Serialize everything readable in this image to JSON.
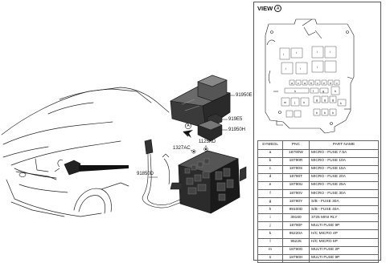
{
  "view": {
    "title": "VIEW",
    "marker": "A"
  },
  "callouts": {
    "p91950E": "91950E",
    "p919E5": "919E5",
    "p91950H": "91950H",
    "p1125KD": "1125KD",
    "p1327AC": "1327AC",
    "p91850D": "91850D",
    "markerA": "A"
  },
  "table": {
    "headers": [
      "SYMBOL",
      "PNC",
      "PART NAME"
    ],
    "rows": [
      [
        "a",
        "18790W",
        "MICRO - FUSE 7.5A"
      ],
      [
        "b",
        "18790R",
        "MICRO - FUSE 10A"
      ],
      [
        "c",
        "18790S",
        "MICRO - FUSE 15A"
      ],
      [
        "d",
        "18790T",
        "MICRO - FUSE 20A"
      ],
      [
        "e",
        "18790U",
        "MICRO - FUSE 25A"
      ],
      [
        "f",
        "18790V",
        "MICRO - FUSE 30A"
      ],
      [
        "g",
        "18790Y",
        "S/B - FUSE 30A"
      ],
      [
        "h",
        "99100D",
        "S/B - FUSE 40A"
      ],
      [
        "i",
        "39160",
        "3725 MINI RLY"
      ],
      [
        "j",
        "18790F",
        "MULTI FUSE 9P"
      ],
      [
        "k",
        "95220A",
        "H/C MICRO 4P"
      ],
      [
        "l",
        "95225",
        "H/C MICRO 5P"
      ],
      [
        "m",
        "18790G",
        "MULTI FUSE 2P"
      ],
      [
        "n",
        "18790H",
        "MULTI FUSE 9P"
      ]
    ]
  },
  "fuse_labels": {
    "row1": [
      "i",
      "i",
      "i",
      "i"
    ],
    "row2": [
      "l",
      "i"
    ],
    "row3": [
      "l"
    ],
    "mid": [
      "a",
      "c",
      "a",
      "b",
      "c",
      "e",
      "d",
      "c"
    ],
    "strip": [
      "h",
      "f",
      "g",
      "b",
      "k"
    ],
    "lower1": [
      "m",
      "j",
      "n"
    ],
    "lower2": [
      "g",
      "g",
      "g"
    ],
    "bottom": [
      "b",
      "b",
      "b"
    ]
  }
}
